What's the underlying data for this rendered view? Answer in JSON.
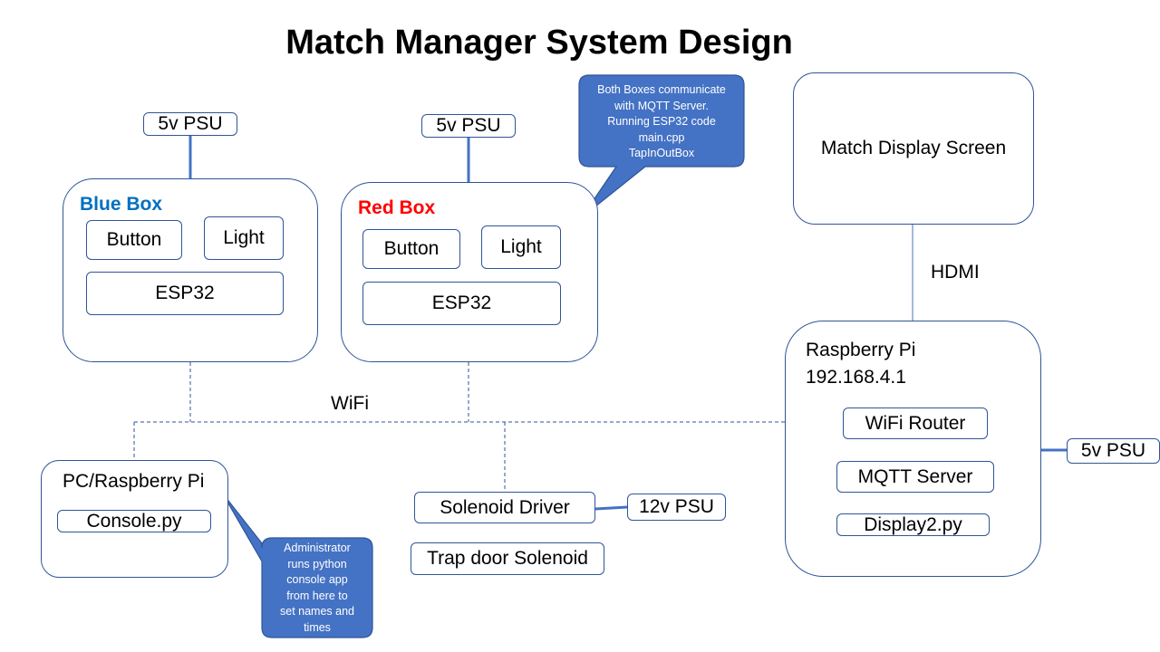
{
  "title": "Match Manager System Design",
  "blue_box": {
    "title": "Blue Box",
    "psu": "5v PSU",
    "button": "Button",
    "light": "Light",
    "controller": "ESP32"
  },
  "red_box": {
    "title": "Red Box",
    "psu": "5v PSU",
    "button": "Button",
    "light": "Light",
    "controller": "ESP32"
  },
  "callout_boxes": {
    "lines": [
      "Both Boxes communicate",
      "with MQTT Server.",
      "Running ESP32 code",
      "main.cpp",
      "TapInOutBox"
    ]
  },
  "display_screen": {
    "label": "Match Display Screen"
  },
  "hdmi_label": "HDMI",
  "raspberry_pi": {
    "title": "Raspberry Pi",
    "ip": "192.168.4.1",
    "router": "WiFi Router",
    "mqtt": "MQTT Server",
    "display_script": "Display2.py",
    "psu": "5v PSU"
  },
  "wifi_label": "WiFi",
  "pc": {
    "title": "PC/Raspberry Pi",
    "script": "Console.py"
  },
  "callout_admin": {
    "lines": [
      "Administrator",
      "runs python",
      "console app",
      "from here to",
      "set names and",
      "times"
    ]
  },
  "solenoid": {
    "driver": "Solenoid Driver",
    "psu": "12v PSU",
    "solenoid": "Trap door Solenoid"
  },
  "colors": {
    "line": "#2f5597",
    "callout_fill": "#4472c4",
    "blue_title": "#0070c0",
    "red_title": "#ff0000"
  }
}
